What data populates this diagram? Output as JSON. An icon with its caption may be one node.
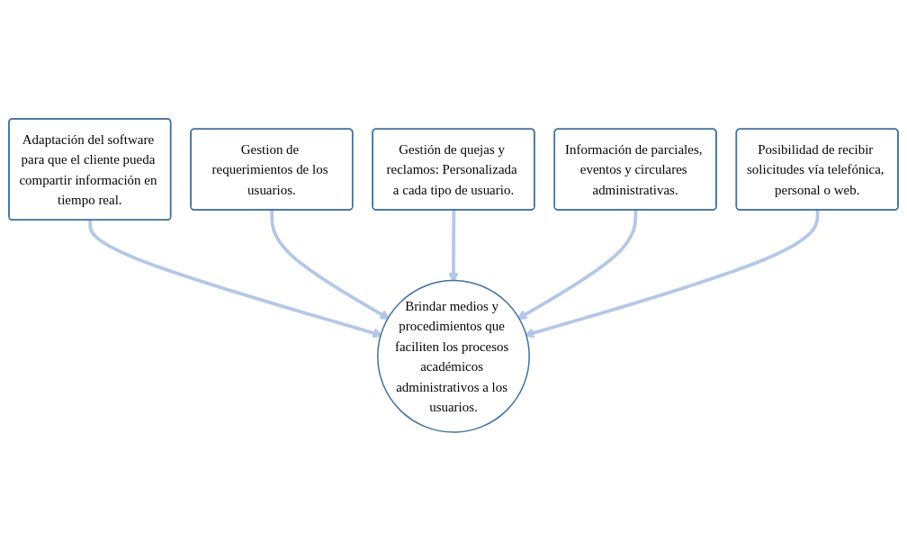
{
  "diagram": {
    "nodes": [
      {
        "text": [
          "Adaptación del software para que el cliente pueda compartir información en tiempo real."
        ]
      },
      {
        "text": [
          "Gestion de requerimientos de los usuarios."
        ]
      },
      {
        "text": [
          "Gestión de quejas y reclamos: Personalizada a cada tipo de usuario."
        ]
      },
      {
        "text": [
          "Información de parciales, eventos y circulares administrativas."
        ]
      },
      {
        "text": [
          "Brindar medios y procedimientos que faciliten los procesos académicos administrativos a los usuarios."
        ]
      },
      {
        "text": [
          "Posibilidad de recibir solicitudes vía telefónica, personal o web."
        ]
      }
    ],
    "edges": [
      {
        "from": 0,
        "to": 4,
        "arrow": "to"
      },
      {
        "from": 1,
        "to": 4,
        "arrow": "to"
      },
      {
        "from": 2,
        "to": 4,
        "arrow": "to"
      },
      {
        "from": 3,
        "to": 4,
        "arrow": "to"
      },
      {
        "from": 5,
        "to": 4,
        "arrow": "to"
      }
    ]
  }
}
